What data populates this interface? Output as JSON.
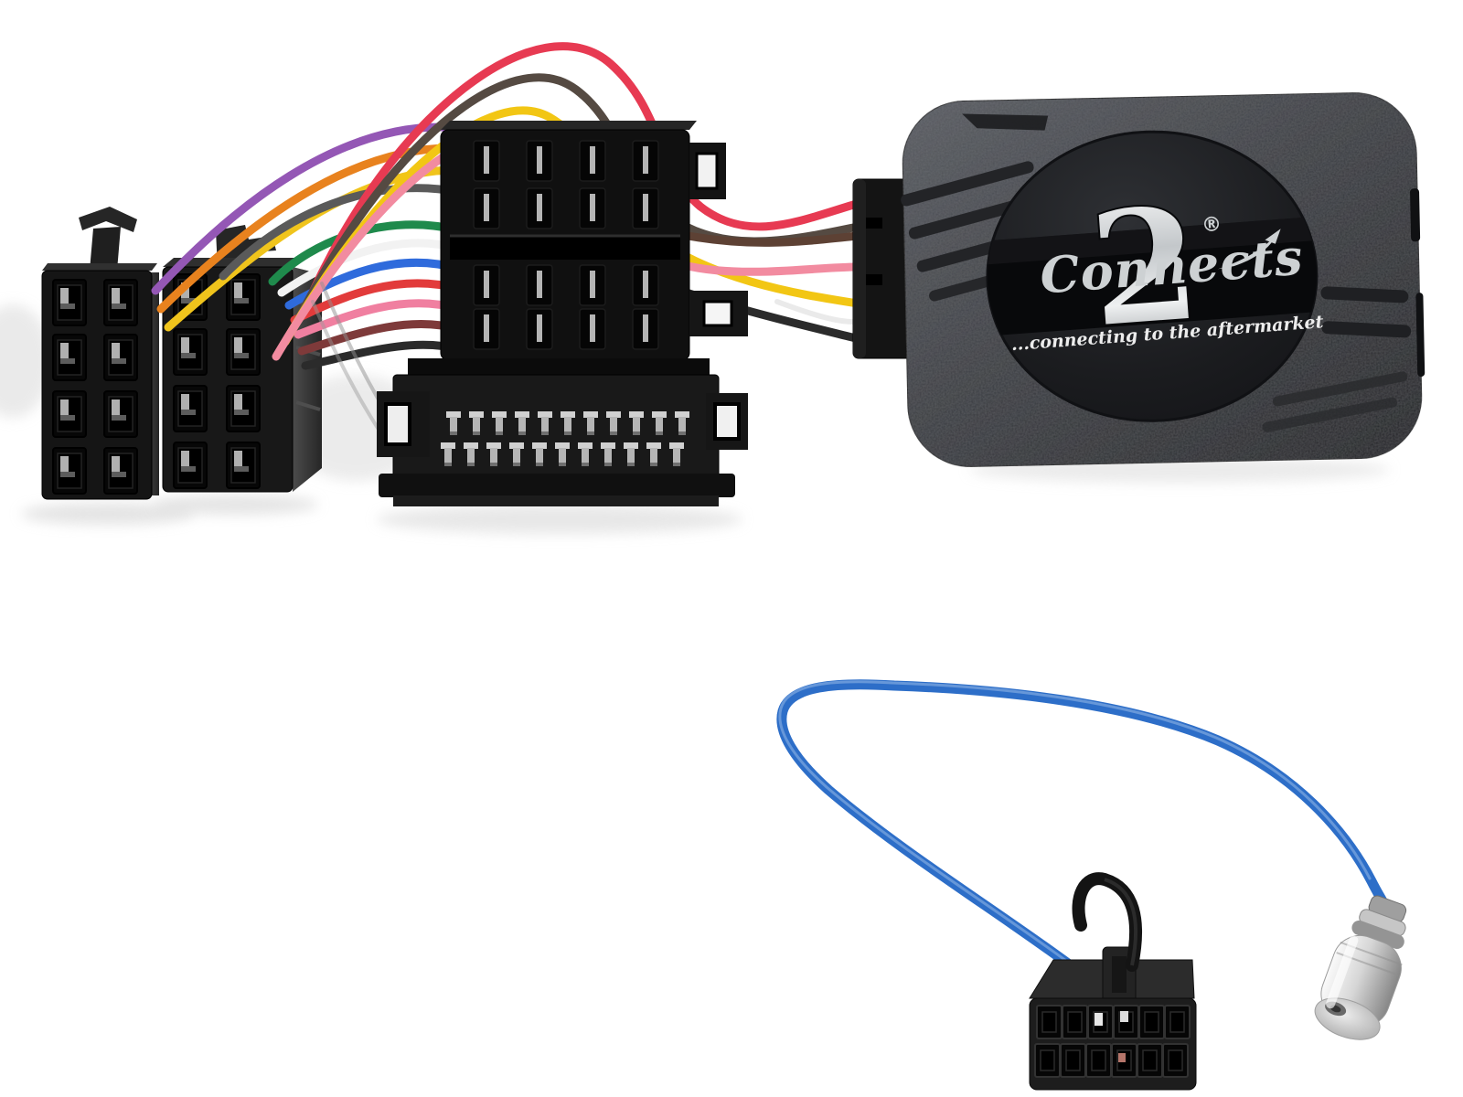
{
  "logo": {
    "script": "Connects",
    "numeral": "2",
    "registered": "®",
    "tagline": "...connecting to the aftermarket",
    "silver": "#cdd1d3"
  },
  "palette": {
    "background": "#ffffff",
    "connector_plastic": "#151515",
    "box_body_light": "#54575d",
    "box_body_dark": "#232427",
    "gloss_panel": "#0a0b0d",
    "metal_pin": "#c9c9c9",
    "chrome_plug": "#d9d9d9"
  },
  "wires": {
    "bundle": [
      "#9457b5",
      "#e8821e",
      "#f0c41c",
      "#5a5a5a",
      "#1f8a4c",
      "#f2f2f2",
      "#2f6bdc",
      "#e23b3b",
      "#f07fa0",
      "#7e3a3a",
      "#2b2b2b"
    ],
    "arcs": [
      "#e73a52",
      "#554a42",
      "#f2c614",
      "#f28ba0"
    ],
    "leads": [
      "#5d4134",
      "#2b2b2b",
      "#eaeaea"
    ],
    "antenna": "#2d6ec8"
  }
}
